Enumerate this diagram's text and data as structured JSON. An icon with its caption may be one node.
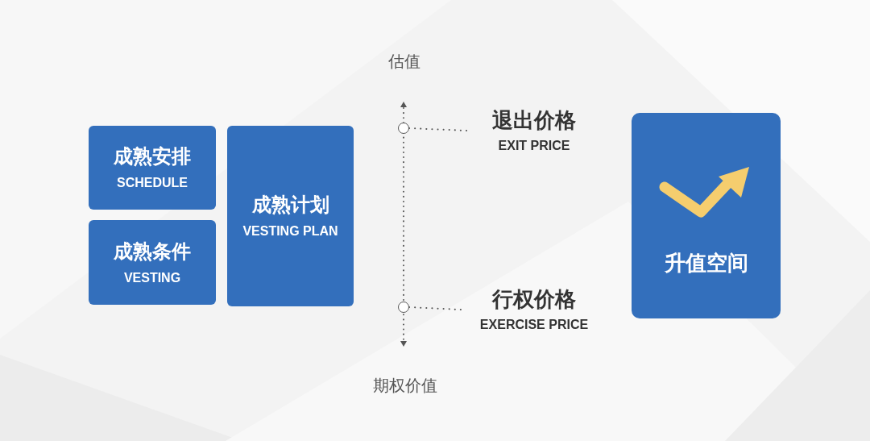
{
  "diagram": {
    "nodes": [
      {
        "text": [
          "成熟安排",
          "SCHEDULE"
        ]
      },
      {
        "text": [
          "成熟条件",
          "VESTING"
        ]
      },
      {
        "text": [
          "成熟计划",
          "VESTING PLAN"
        ]
      },
      {
        "text": [],
        "shape": "circle"
      },
      {
        "text": [
          "退出价格",
          "EXIT PRICE"
        ]
      },
      {
        "text": [],
        "shape": "circle"
      },
      {
        "text": [
          "行权价格",
          "EXERCISE PRICE"
        ]
      },
      {
        "text": [
          "升值空间"
        ]
      }
    ],
    "edges": [
      {
        "from": 3,
        "to": 4,
        "arrow": "none",
        "style": "dashed"
      },
      {
        "from": 5,
        "to": 6,
        "arrow": "none",
        "style": "dashed"
      }
    ],
    "labels": [
      "估值",
      "期权价值"
    ]
  }
}
